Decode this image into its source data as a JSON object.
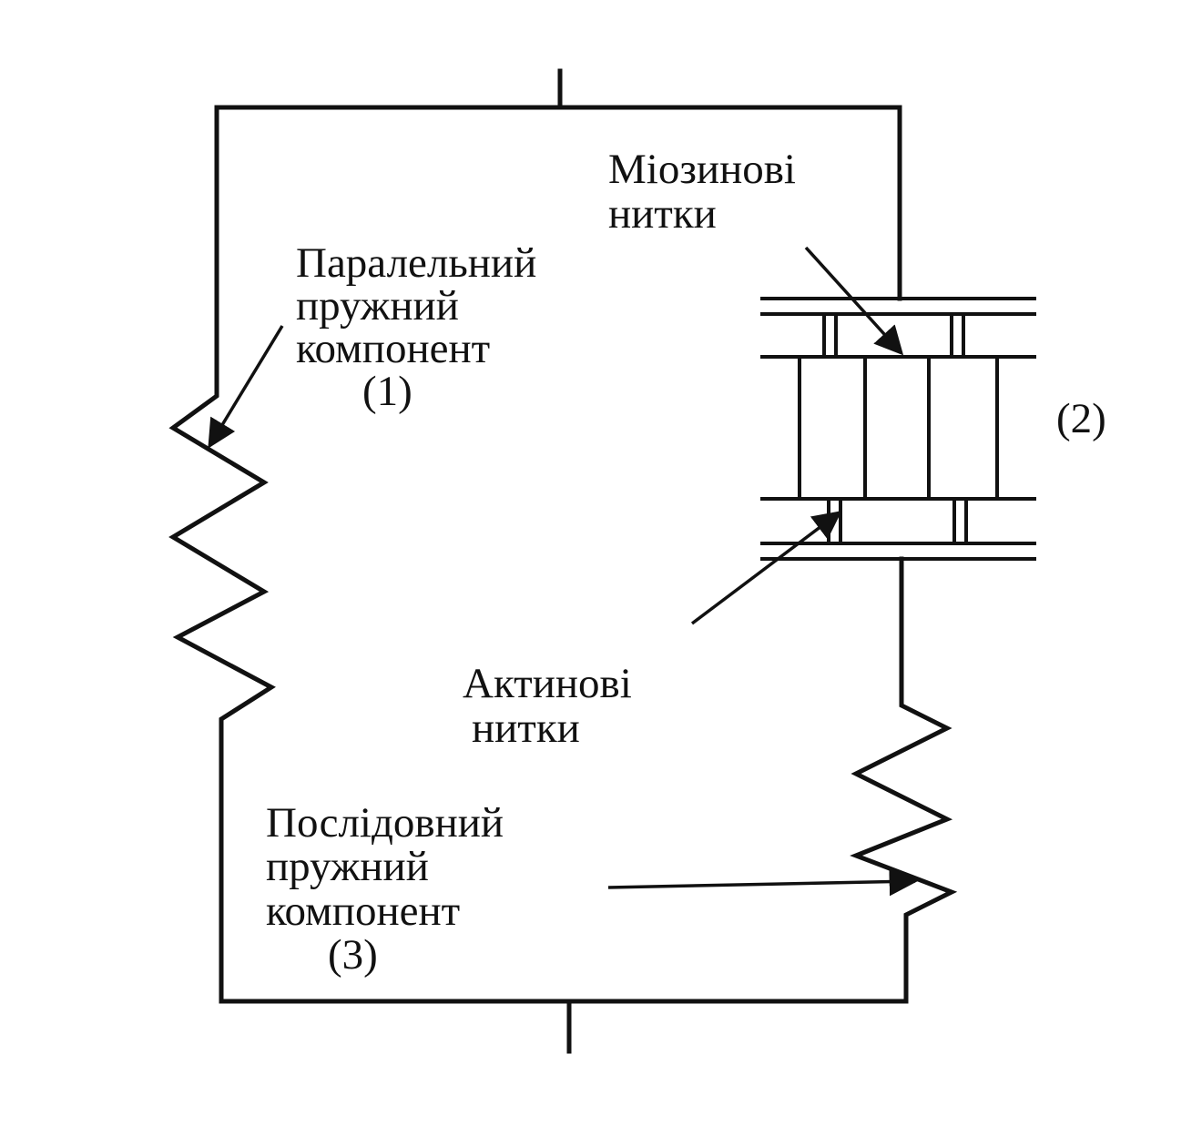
{
  "labels": {
    "parallel": [
      "Паралельний",
      "пружний",
      "компонент",
      "(1)"
    ],
    "myosin": [
      "Міозинові",
      "нитки"
    ],
    "contractile": "(2)",
    "actin": [
      "Актинові",
      "нитки"
    ],
    "series": [
      "Послідовний",
      "пружний",
      "компонент",
      "(3)"
    ]
  },
  "colors": {
    "ink": "#111111",
    "background": "#ffffff"
  }
}
